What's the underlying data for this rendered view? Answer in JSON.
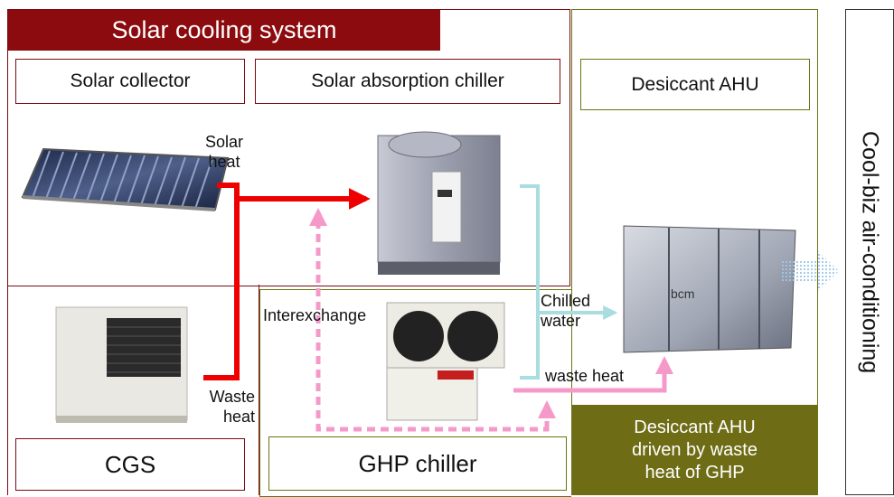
{
  "title": "Solar cooling system",
  "boxes": {
    "solar_collector": "Solar collector",
    "absorption_chiller": "Solar absorption chiller",
    "desiccant_ahu": "Desiccant AHU",
    "cgs": "CGS",
    "ghp_chiller": "GHP chiller"
  },
  "labels": {
    "solar_heat_1": "Solar",
    "solar_heat_2": "heat",
    "waste_heat_1": "Waste",
    "waste_heat_2": "heat",
    "interexchange": "Interexchange",
    "chilled_water_1": "Chilled",
    "chilled_water_2": "water",
    "waste_heat_ghp": "waste heat"
  },
  "desiccant_banner": [
    "Desiccant AHU",
    "driven by waste",
    "heat of GHP"
  ],
  "side_label": "Cool-biz air-conditioning",
  "equipment_text": {
    "ahu_brand": "bcm"
  },
  "colors": {
    "maroon": "#8b0b0f",
    "olive": "#6e6c14",
    "red_flow": "#ee0000",
    "pink_flow": "#f59ac8",
    "blue_flow": "#a9dde0"
  }
}
